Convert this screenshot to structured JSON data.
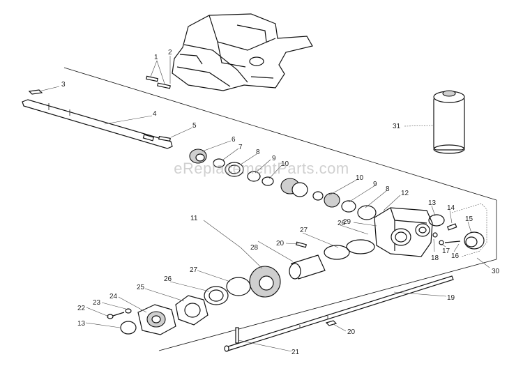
{
  "watermark": "eReplacementParts.com",
  "callouts": [
    "1",
    "2",
    "3",
    "4",
    "5",
    "6",
    "7",
    "8",
    "9",
    "10",
    "10",
    "9",
    "8",
    "12",
    "13",
    "14",
    "15",
    "11",
    "27",
    "26",
    "29",
    "20",
    "28",
    "18",
    "17",
    "16",
    "30",
    "27",
    "26",
    "25",
    "24",
    "23",
    "22",
    "13",
    "19",
    "20",
    "21",
    "31"
  ]
}
